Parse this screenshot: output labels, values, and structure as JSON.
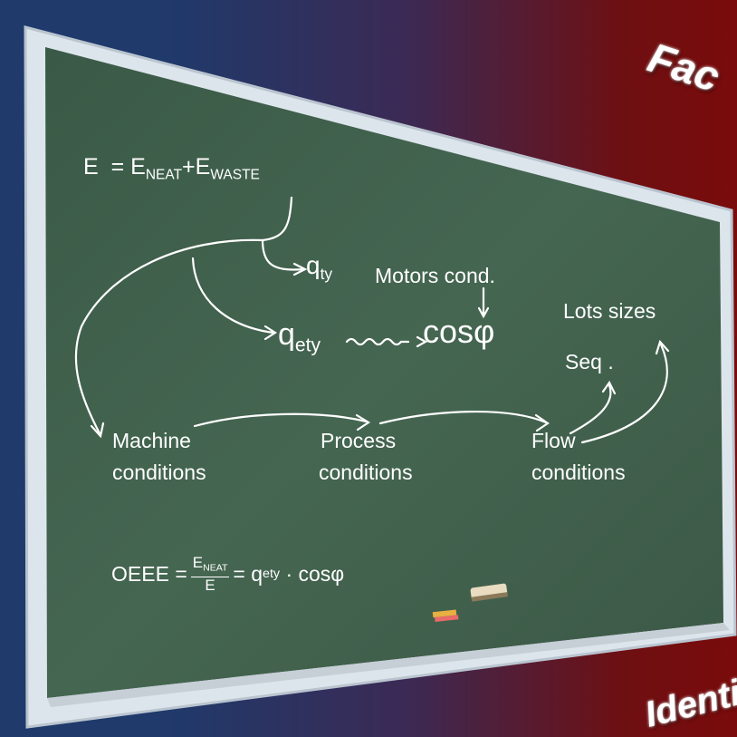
{
  "banner": {
    "top": "Fac",
    "bottom": "Identifyi"
  },
  "equation": {
    "lhs": "E",
    "equals": "=",
    "term1_base": "E",
    "term1_sub": "NEAT",
    "plus": "+",
    "term2_base": "E",
    "term2_sub": "WASTE"
  },
  "q_ty": {
    "base": "q",
    "sub": "ty"
  },
  "q_ety": {
    "base": "q",
    "sub": "ety"
  },
  "cos_phi": "cosφ",
  "motors_cond": "Motors cond.",
  "lots_sizes": "Lots sizes",
  "seq": "Seq .",
  "machine": {
    "line1": "Machine",
    "line2": "conditions"
  },
  "process": {
    "line1": "Process",
    "line2": "conditions"
  },
  "flow": {
    "line1": "Flow",
    "line2": "conditions"
  },
  "oeee": {
    "label": "OEEE",
    "equals": "=",
    "num_base": "E",
    "num_sub": "NEAT",
    "den": "E",
    "equals2": "=",
    "q_base": "q",
    "q_sub": "ety",
    "dot": "·",
    "cos": "cosφ"
  },
  "colors": {
    "board": "#3f5e4a",
    "frame": "#dfe6ee",
    "chalk": "#ffffff"
  }
}
